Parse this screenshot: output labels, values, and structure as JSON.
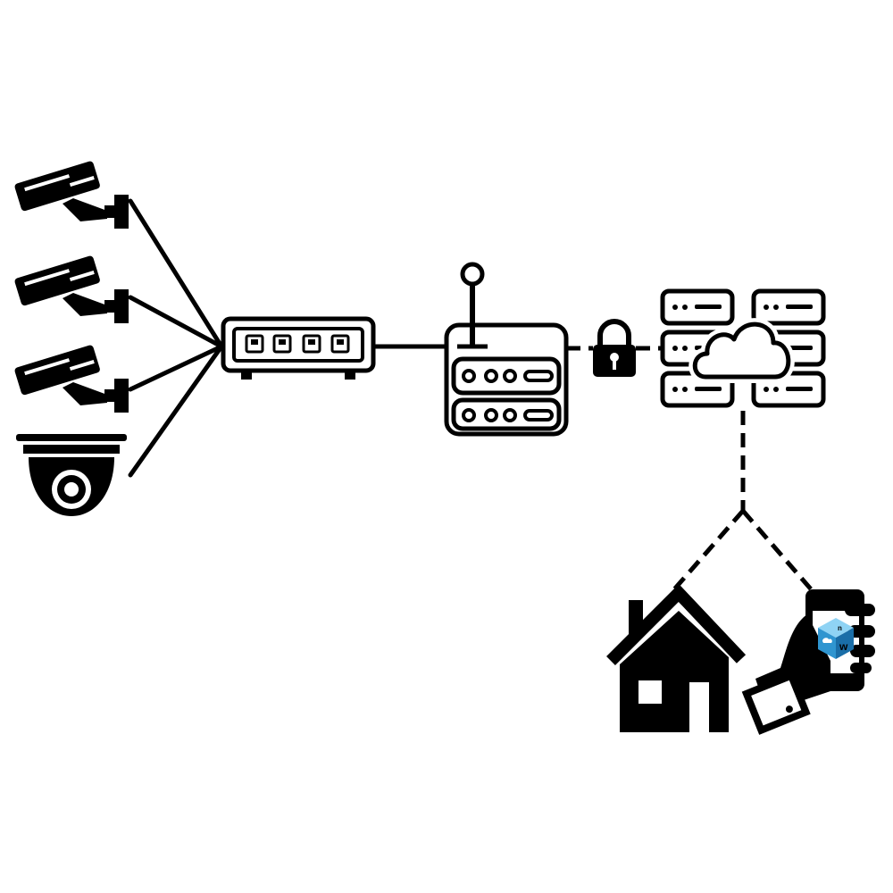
{
  "diagram": {
    "kind": "network-topology",
    "nodes": [
      {
        "id": "bullet-camera-1",
        "icon": "bullet-camera-icon"
      },
      {
        "id": "bullet-camera-2",
        "icon": "bullet-camera-icon"
      },
      {
        "id": "bullet-camera-3",
        "icon": "bullet-camera-icon"
      },
      {
        "id": "dome-camera",
        "icon": "dome-camera-icon"
      },
      {
        "id": "network-switch",
        "icon": "network-switch-icon"
      },
      {
        "id": "router",
        "icon": "router-icon"
      },
      {
        "id": "padlock",
        "icon": "padlock-icon"
      },
      {
        "id": "cloud-servers",
        "icon": "cloud-server-icon"
      },
      {
        "id": "house",
        "icon": "house-icon"
      },
      {
        "id": "smartphone",
        "icon": "hand-smartphone-icon"
      }
    ],
    "edges": [
      {
        "from": "bullet-camera-1",
        "to": "network-switch",
        "style": "solid"
      },
      {
        "from": "bullet-camera-2",
        "to": "network-switch",
        "style": "solid"
      },
      {
        "from": "bullet-camera-3",
        "to": "network-switch",
        "style": "solid"
      },
      {
        "from": "dome-camera",
        "to": "network-switch",
        "style": "solid"
      },
      {
        "from": "network-switch",
        "to": "router",
        "style": "solid"
      },
      {
        "from": "router",
        "to": "cloud-servers",
        "style": "dashed",
        "via": "padlock"
      },
      {
        "from": "cloud-servers",
        "to": "house",
        "style": "dashed"
      },
      {
        "from": "cloud-servers",
        "to": "smartphone",
        "style": "dashed"
      }
    ],
    "app_logo_text": "nw"
  },
  "colors": {
    "foreground": "#000000",
    "background": "#ffffff",
    "logo_light": "#8fd3f4",
    "logo_mid": "#2f95d0",
    "logo_dark": "#1a6ea8"
  }
}
